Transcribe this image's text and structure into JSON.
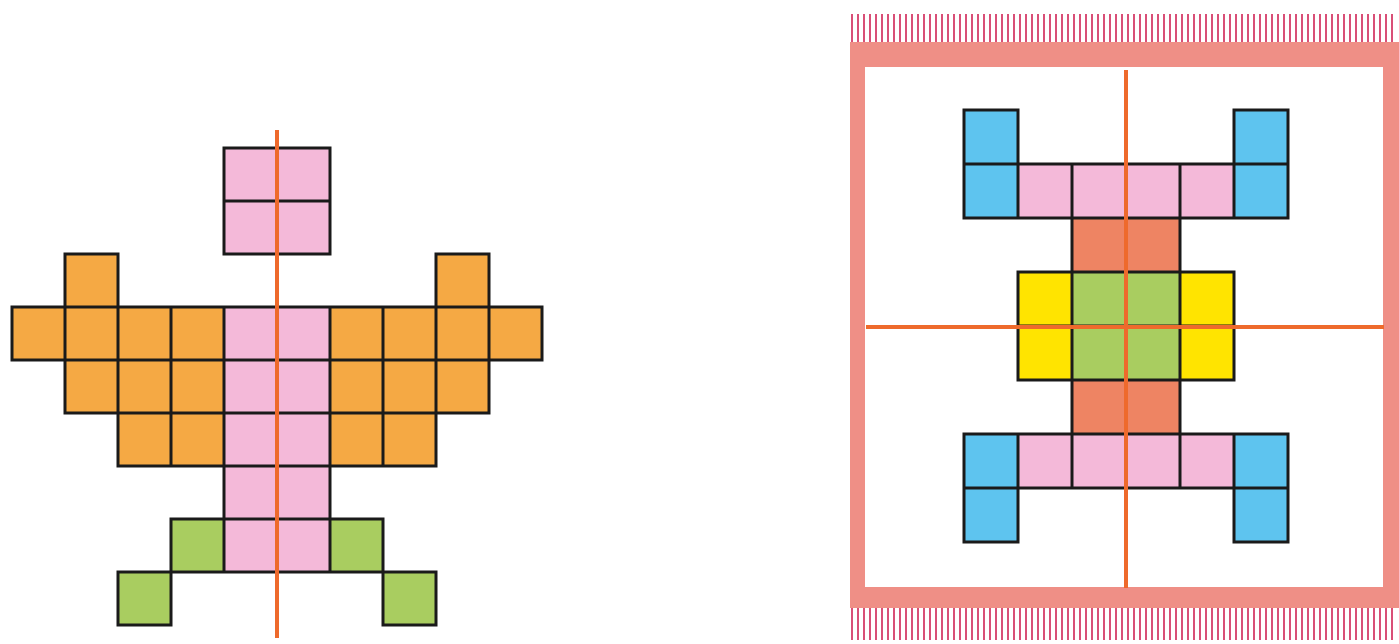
{
  "colors": {
    "orange": "#f5a944",
    "pink": "#f4b9d9",
    "green": "#a9cd60",
    "blue": "#5ec4ef",
    "yellow": "#ffe400",
    "salmon": "#ee8463",
    "outline": "#1a1a1a",
    "symmetry_line": "#ee6a2c",
    "mat_border": "#ef8f86",
    "mat_fringe": "#d94f77",
    "mat_inner": "#ffffff"
  },
  "figure_left": {
    "description_icon": "symmetric-bird-pixel-figure",
    "rows": [
      [
        "_",
        "_",
        "_",
        "_",
        "P",
        "P",
        "_",
        "_",
        "_",
        "_"
      ],
      [
        "_",
        "_",
        "_",
        "_",
        "P",
        "P",
        "_",
        "_",
        "_",
        "_"
      ],
      [
        "_",
        "O",
        "_",
        "_",
        "_",
        "_",
        "_",
        "_",
        "O",
        "_"
      ],
      [
        "O",
        "O",
        "O",
        "O",
        "P",
        "P",
        "O",
        "O",
        "O",
        "O"
      ],
      [
        "_",
        "O",
        "O",
        "O",
        "P",
        "P",
        "O",
        "O",
        "O",
        "_"
      ],
      [
        "_",
        "_",
        "O",
        "O",
        "P",
        "P",
        "O",
        "O",
        "_",
        "_"
      ],
      [
        "_",
        "_",
        "_",
        "_",
        "P",
        "P",
        "_",
        "_",
        "_",
        "_"
      ],
      [
        "_",
        "_",
        "_",
        "G",
        "P",
        "P",
        "G",
        "_",
        "_",
        "_"
      ],
      [
        "_",
        "_",
        "G",
        "_",
        "_",
        "_",
        "_",
        "G",
        "_",
        "_"
      ]
    ]
  },
  "figure_right": {
    "description_icon": "symmetric-mat-pixel-figure",
    "rows": [
      [
        "B",
        "_",
        "_",
        "_",
        "_",
        "B"
      ],
      [
        "B",
        "P",
        "P",
        "P",
        "P",
        "B"
      ],
      [
        "_",
        "_",
        "S",
        "S",
        "_",
        "_"
      ],
      [
        "_",
        "Y",
        "G",
        "G",
        "Y",
        "_"
      ],
      [
        "_",
        "Y",
        "G",
        "G",
        "Y",
        "_"
      ],
      [
        "_",
        "_",
        "S",
        "S",
        "_",
        "_"
      ],
      [
        "B",
        "P",
        "P",
        "P",
        "P",
        "B"
      ],
      [
        "B",
        "_",
        "_",
        "_",
        "_",
        "B"
      ]
    ]
  }
}
